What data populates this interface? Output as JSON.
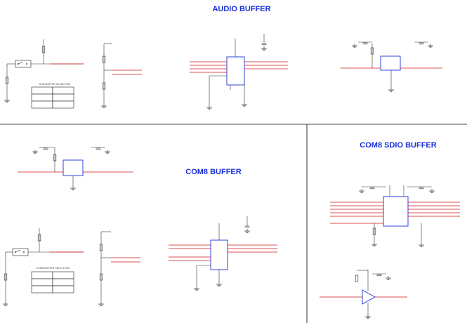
{
  "sections": {
    "audio_buffer": {
      "title": "AUDIO BUFFER"
    },
    "com8_buffer": {
      "title": "COM8 BUFFER"
    },
    "com8_sdio_buffer": {
      "title": "COM8 SDIO BUFFER"
    }
  },
  "tables": {
    "aud_selection": {
      "caption": "AUD BUFFER SELECTION"
    },
    "com8_selection": {
      "caption": "COM8 BUFFER SELECTION"
    }
  },
  "colors": {
    "title_blue": "#1a2fd8",
    "net_red": "#d21818",
    "wire_dark": "#333333"
  }
}
